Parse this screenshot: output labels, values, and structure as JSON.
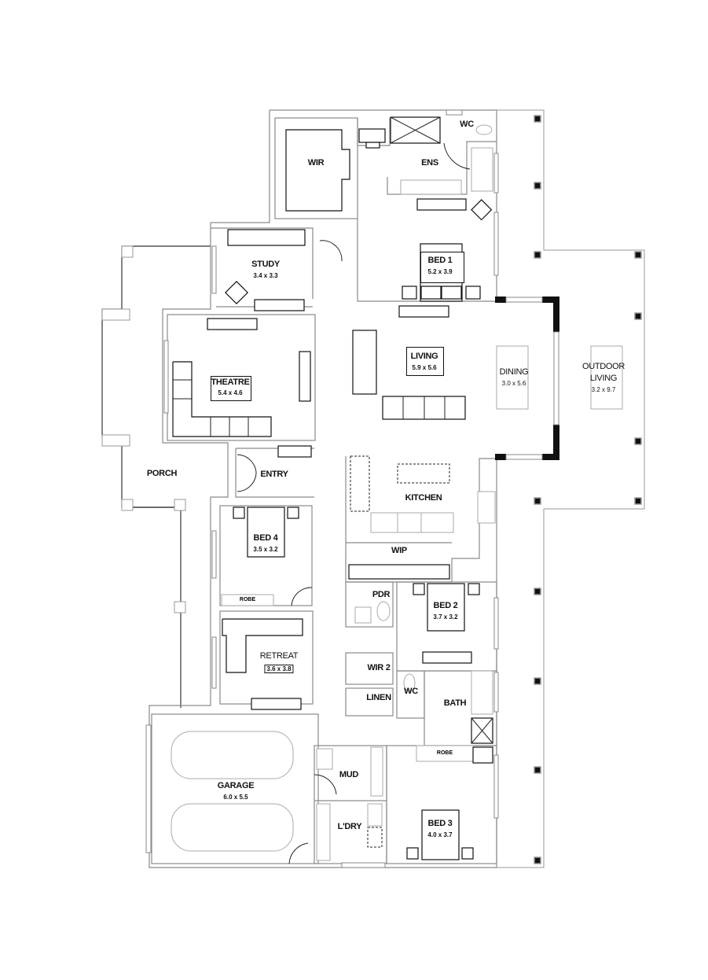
{
  "plan": {
    "rooms": [
      {
        "id": "wir",
        "label": "WIR",
        "dims": ""
      },
      {
        "id": "ens",
        "label": "ENS",
        "dims": ""
      },
      {
        "id": "wc_ens",
        "label": "WC",
        "dims": ""
      },
      {
        "id": "bed1",
        "label": "BED 1",
        "dims": "5.2 x 3.9"
      },
      {
        "id": "study",
        "label": "STUDY",
        "dims": "3.4 x 3.3"
      },
      {
        "id": "theatre",
        "label": "THEATRE",
        "dims": "5.4 x 4.6"
      },
      {
        "id": "living",
        "label": "LIVING",
        "dims": "5.9 x 5.6"
      },
      {
        "id": "dining",
        "label": "DINING",
        "dims": "3.0 x 5.6"
      },
      {
        "id": "outdoor",
        "label": "OUTDOOR",
        "label2": "LIVING",
        "dims": "3.2 x 9.7"
      },
      {
        "id": "porch",
        "label": "PORCH",
        "dims": ""
      },
      {
        "id": "entry",
        "label": "ENTRY",
        "dims": ""
      },
      {
        "id": "kitchen",
        "label": "KITCHEN",
        "dims": ""
      },
      {
        "id": "wip",
        "label": "WIP",
        "dims": ""
      },
      {
        "id": "bed4",
        "label": "BED 4",
        "dims": "3.5 x 3.2"
      },
      {
        "id": "pdr",
        "label": "PDR",
        "dims": ""
      },
      {
        "id": "bed2",
        "label": "BED 2",
        "dims": "3.7 x 3.2"
      },
      {
        "id": "retreat",
        "label": "RETREAT",
        "dims": "3.6 x 3.8"
      },
      {
        "id": "wir2",
        "label": "WIR 2",
        "dims": ""
      },
      {
        "id": "linen",
        "label": "LINEN",
        "dims": ""
      },
      {
        "id": "wc2",
        "label": "WC",
        "dims": ""
      },
      {
        "id": "bath",
        "label": "BATH",
        "dims": ""
      },
      {
        "id": "garage",
        "label": "GARAGE",
        "dims": "6.0 x 5.5"
      },
      {
        "id": "mud",
        "label": "MUD",
        "dims": ""
      },
      {
        "id": "ldry",
        "label": "L'DRY",
        "dims": ""
      },
      {
        "id": "bed3",
        "label": "BED 3",
        "dims": "4.0 x 3.7"
      }
    ],
    "robes": {
      "bed4": "ROBE",
      "bed3": "ROBE"
    }
  }
}
